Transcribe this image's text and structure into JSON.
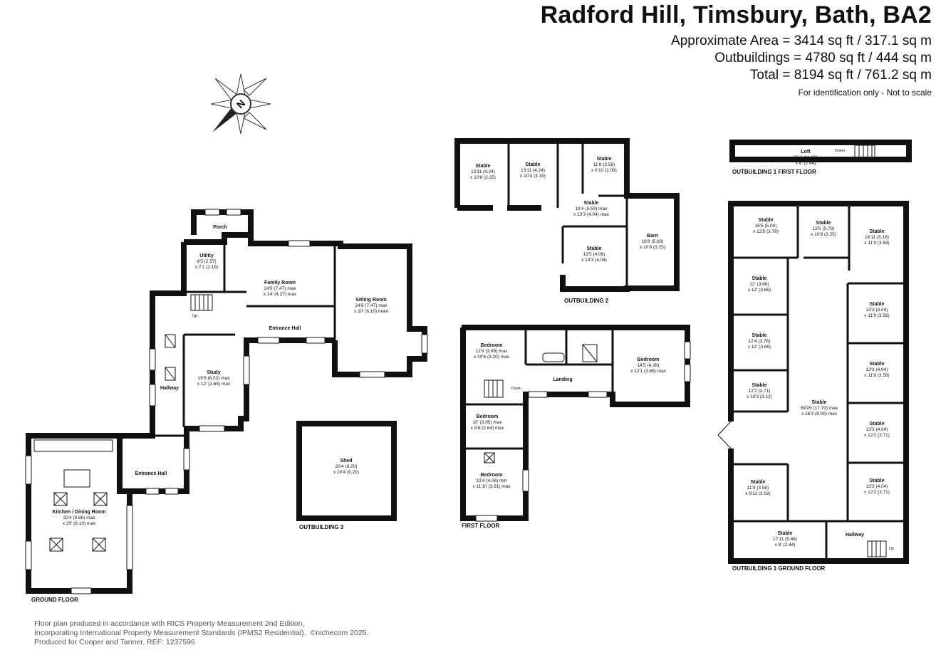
{
  "header": {
    "title": "Radford Hill, Timsbury, Bath, BA2",
    "approximate_area": "Approximate Area = 3414 sq ft / 317.1 sq m",
    "outbuildings": "Outbuildings = 4780 sq ft / 444 sq m",
    "total": "Total = 8194 sq ft / 761.2 sq m",
    "note": "For identification only - Not to scale"
  },
  "compass": {
    "label": "N",
    "icon": "compass-north-icon"
  },
  "floor_labels": {
    "ground": "GROUND FLOOR",
    "first": "FIRST FLOOR",
    "outbuilding_2": "OUTBUILDING 2",
    "outbuilding_3": "OUTBUILDING 3",
    "outbuilding_1_first": "OUTBUILDING 1 FIRST FLOOR",
    "outbuilding_1_ground": "OUTBUILDING 1 GROUND FLOOR"
  },
  "rooms": {
    "porch": {
      "name": "Porch"
    },
    "utility": {
      "name": "Utility",
      "d1": "8'5 (2.57)",
      "d2": "x 7'1 (2.16)"
    },
    "family": {
      "name": "Family Room",
      "d1": "24'6 (7.47) max",
      "d2": "x 14' (4.27) max"
    },
    "sitting": {
      "name": "Sitting Room",
      "d1": "24'6 (7.47) max",
      "d2": "x 20' (6.10) main"
    },
    "entrance_hall_1": {
      "name": "Entrance Hall"
    },
    "study": {
      "name": "Study",
      "d1": "19'9 (6.02) max",
      "d2": "x 12' (3.66) max"
    },
    "hallway": {
      "name": "Hallway"
    },
    "entrance_hall_2": {
      "name": "Entrance Hall"
    },
    "kitchen": {
      "name": "Kitchen / Dining Room",
      "d1": "32'4 (9.86) max",
      "d2": "x 20' (6.10) max"
    },
    "shed": {
      "name": "Shed",
      "d1": "20'4 (6.20)",
      "d2": "x 20'4 (6.20)"
    },
    "ob2_stable_1": {
      "name": "Stable",
      "d1": "13'11 (4.24)",
      "d2": "x 10'8 (3.25)"
    },
    "ob2_stable_2": {
      "name": "Stable",
      "d1": "13'11 (4.24)",
      "d2": "x 10'4 (3.15)"
    },
    "ob2_stable_3": {
      "name": "Stable",
      "d1": "11'8 (3.56)",
      "d2": "x 6'10 (2.08)"
    },
    "ob2_stable_4": {
      "name": "Stable",
      "d1": "18'4 (5.59) max",
      "d2": "x 13'3 (4.04) max"
    },
    "ob2_stable_5": {
      "name": "Stable",
      "d1": "13'5 (4.09)",
      "d2": "x 13'3 (4.04)"
    },
    "ob2_barn": {
      "name": "Barn",
      "d1": "18'8 (5.69)",
      "d2": "x 10'8 (3.25)"
    },
    "ff_bed_1": {
      "name": "Bedroom",
      "d1": "12'9 (3.89) max",
      "d2": "x 10'6 (3.20) max"
    },
    "ff_bed_2": {
      "name": "Bedroom",
      "d1": "14'5 (4.39)",
      "d2": "x 12'1 (3.68) max"
    },
    "ff_landing": {
      "name": "Landing"
    },
    "ff_bed_3": {
      "name": "Bedroom",
      "d1": "10' (3.05) max",
      "d2": "x 8'8 (2.64) max"
    },
    "ff_bed_4": {
      "name": "Bedroom",
      "d1": "13'4 (4.06) min",
      "d2": "x 11'10 (3.61) max"
    },
    "loft": {
      "name": "Loft",
      "d1": "36'4 (11.08)",
      "d2": "x 8' (2.44)"
    },
    "ob1_s1": {
      "name": "Stable",
      "d1": "16'5 (5.00)",
      "d2": "x 12'5 (3.78)"
    },
    "ob1_s2": {
      "name": "Stable",
      "d1": "12'5 (3.78)",
      "d2": "x 10'8 (3.25)"
    },
    "ob1_s3": {
      "name": "Stable",
      "d1": "16'11 (5.16)",
      "d2": "x 11'9 (3.58)"
    },
    "ob1_s4": {
      "name": "Stable",
      "d1": "12' (3.66)",
      "d2": "x 12' (3.66)"
    },
    "ob1_s5": {
      "name": "Stable",
      "d1": "13'3 (4.04)",
      "d2": "x 11'9 (3.58)"
    },
    "ob1_s6": {
      "name": "Stable",
      "d1": "12'4 (3.76)",
      "d2": "x 12' (3.66)"
    },
    "ob1_s7": {
      "name": "Stable",
      "d1": "13'3 (4.04)",
      "d2": "x 11'9 (3.58)"
    },
    "ob1_s8": {
      "name": "Stable",
      "d1": "12'2 (3.71)",
      "d2": "x 10'3 (3.12)"
    },
    "ob1_main": {
      "name": "Stable",
      "d1": "58'05 (17.70) max",
      "d2": "x 26'3 (8.00) max"
    },
    "ob1_s9": {
      "name": "Stable",
      "d1": "13'3 (4.04)",
      "d2": "x 12'2 (3.71)"
    },
    "ob1_s10": {
      "name": "Stable",
      "d1": "11'9 (3.58)",
      "d2": "x 9'11 (3.02)"
    },
    "ob1_s11": {
      "name": "Stable",
      "d1": "13'3 (4.04)",
      "d2": "x 12'2 (3.71)"
    },
    "ob1_s12": {
      "name": "Stable",
      "d1": "17'11 (5.46)",
      "d2": "x 8' (2.44)"
    },
    "ob1_hallway": {
      "name": "Hallway"
    }
  },
  "stair_labels": {
    "up": "Up",
    "down": "Down"
  },
  "footer": {
    "line1": "Floor plan produced in accordance with RICS Property Measurement 2nd Edition,",
    "line2": "Incorporating International Property Measurement Standards (IPMS2 Residential).",
    "copyright": "©nichecom 2025.",
    "line3": "Produced for Cooper and Tanner.   REF: 1237596"
  }
}
